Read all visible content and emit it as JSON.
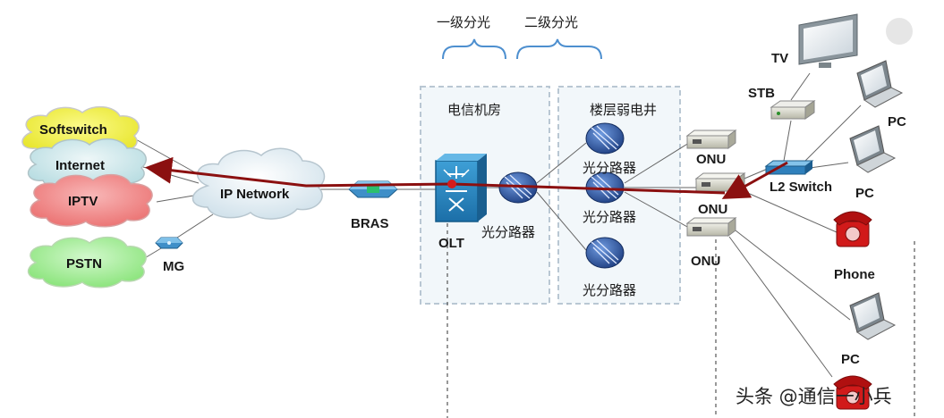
{
  "brackets": {
    "level1": "一级分光",
    "level2": "二级分光"
  },
  "rooms": {
    "telecom_room": "电信机房",
    "floor_shaft": "楼层弱电井"
  },
  "clouds": {
    "softswitch": "Softswitch",
    "internet": "Internet",
    "iptv": "IPTV",
    "pstn": "PSTN",
    "ip_network": "IP Network"
  },
  "devices": {
    "mg": "MG",
    "bras": "BRAS",
    "olt": "OLT",
    "splitter_main": "光分路器",
    "splitter_top": "光分路器",
    "splitter_mid": "光分路器",
    "splitter_bottom": "光分路器",
    "onu_top": "ONU",
    "onu_mid": "ONU",
    "onu_bottom": "ONU",
    "tv": "TV",
    "stb": "STB",
    "l2_switch": "L2 Switch",
    "pc_top": "PC",
    "pc_mid": "PC",
    "phone": "Phone",
    "pc_bottom": "PC"
  },
  "watermark": "头条 @通信一小兵",
  "colors": {
    "signal_path": "#8b1010",
    "cloud_softswitch": "#f4f34a",
    "cloud_internet": "#cfe7ea",
    "cloud_iptv": "#f08a8a",
    "cloud_pstn": "#a6ee9a",
    "cloud_ipnet": "#e3eef3",
    "splitter_blue": "#2a4f95",
    "room_border": "#b9c7d3"
  }
}
